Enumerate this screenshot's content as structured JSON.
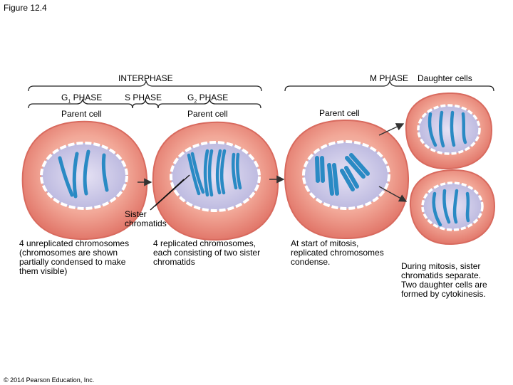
{
  "figure_label": "Figure 12.4",
  "phases": {
    "interphase": "INTERPHASE",
    "g1": "G",
    "g1_sub": "1",
    "g1_tail": " PHASE",
    "s": "S PHASE",
    "g2": "G",
    "g2_sub": "2",
    "g2_tail": " PHASE",
    "m": "M PHASE",
    "daughter": "Daughter cells"
  },
  "labels": {
    "parent_cell_1": "Parent cell",
    "parent_cell_2": "Parent cell",
    "parent_cell_3": "Parent cell",
    "sister_chromatids": "Sister\nchromatids"
  },
  "captions": {
    "cell1": "4 unreplicated chromosomes\n(chromosomes are shown\npartially condensed to make\nthem visible)",
    "cell2": "4 replicated chromosomes,\neach consisting of two sister\nchromatids",
    "cell3": "At start of mitosis,\nreplicated chromosomes\ncondense.",
    "daughters": "During mitosis, sister\nchromatids separate.\nTwo daughter cells are\nformed by cytokinesis."
  },
  "copyright": "© 2014 Pearson Education, Inc.",
  "colors": {
    "cytoplasm": "#e98a7e",
    "cytoplasm_light": "#f6c3b6",
    "nucleus": "#c8c6e6",
    "nuclear_envelope": "#ffffff",
    "chromosome": "#2a8ac4",
    "chromosome_dark": "#1c5f96"
  }
}
